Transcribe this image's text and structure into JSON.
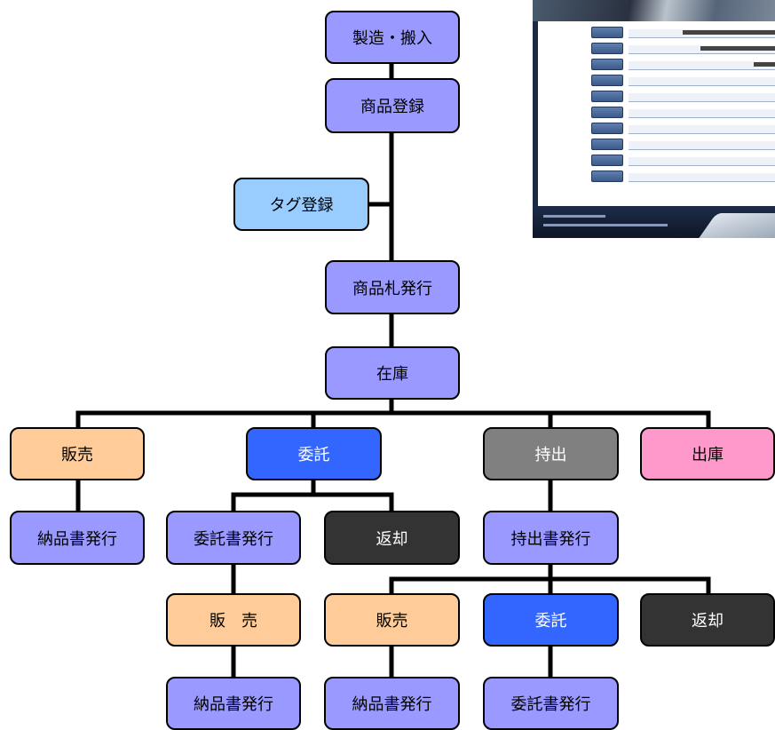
{
  "nodes": {
    "manufacture": "製造・搬入",
    "product_registration": "商品登録",
    "tag_registration": "タグ登録",
    "price_tag_issue": "商品札発行",
    "inventory": "在庫",
    "sales": "販売",
    "consignment": "委託",
    "carry_out": "持出",
    "shipment": "出庫",
    "delivery_note_1": "納品書発行",
    "consignment_doc_1": "委託書発行",
    "return_1": "返却",
    "carry_out_doc": "持出書発行",
    "sales_2": "販　売",
    "sales_3": "販売",
    "consignment_2": "委託",
    "return_2": "返却",
    "delivery_note_2": "納品書発行",
    "delivery_note_3": "納品書発行",
    "consignment_doc_2": "委託書発行"
  },
  "colors": {
    "line": "#000000",
    "purple": "#9999ff",
    "light_blue": "#99ccff",
    "peach": "#ffcc99",
    "blue": "#3366ff",
    "gray": "#808080",
    "pink": "#ff99cc",
    "dark": "#333333"
  }
}
